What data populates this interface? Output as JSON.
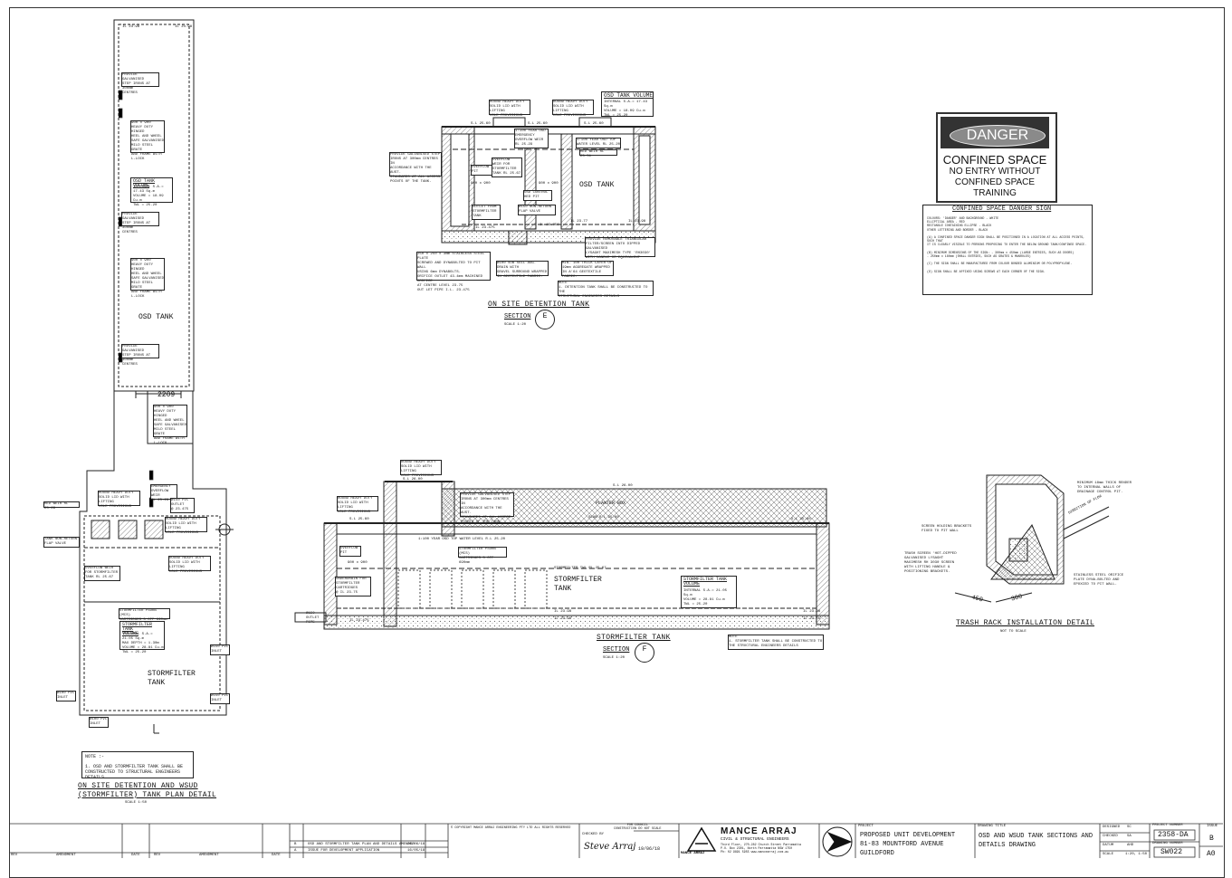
{
  "plan": {
    "width_dim": "2209",
    "osd_label": "OSD TANK",
    "stormfilter_label": "STORMFILTER\nTANK",
    "notes": {
      "step_irons_1": "PROVIDE GALVANISED\nSTEP IRONS AT 300mm\nCENTRES",
      "grate_1": "900 x 900\nHEAVY DUTY HINGED\nHEEL AND WHEEL\nSAFE GALVANISED\nMILD STEEL GRATE\nAND FRAME WITH\nL-LOCK",
      "osd_volume_title": "OSD TANK VOLUME",
      "osd_volume_body": "INTERNAL S.A.= 17.43 Sq.m\nVOLUME = 18.09 Cu.m\nTWL = 25.20",
      "step_irons_2": "PROVIDE GALVANISED\nSTEP IRONS AT 300mm\nCENTRES",
      "grate_2": "900 x 900\nHEAVY DUTY HINGED\nHEEL AND WHEEL\nSAFE GALVANISED\nMILD STEEL GRATE\nAND FRAME WITH\nL-LOCK",
      "step_irons_3": "PROVIDE GALVANISED\nSTEP IRONS AT 300mm\nCENTRES",
      "grate_3": "900 x 900\nHEAVY DUTY HINGED\nHEEL AND WHEEL\nSAFE GALVANISED\nMILD STEEL GRATE\nAND FRAME WITH\nL-LOCK",
      "hed_weir": "HED WEIR RL 25.29",
      "flap_valve": "TANK NON-RETURN\nFLAP VALVE",
      "overflow_weir": "OVERFLOW WEIR\nFOR STORMFILTER\nTANK RL 25.67",
      "emergency_weir": "EMERGENCY\nOVERFLOW WEIR\nRL 25.29",
      "pvc_outlet": "Ø150 PVC\nOUTLET\n@ 23.475",
      "heavy_lid_1": "ROUND HEAVY DUTY\nSOLID LID WITH LIFTING\nHOLE PROVISIONS",
      "heavy_lid_2": "ROUND HEAVY DUTY\nSOLID LID WITH LIFTING\nHOLE PROVISIONS",
      "heavy_lid_3": "ROUND HEAVY DUTY\nSOLID LID WITH LIFTING\nHOLE PROVISIONS",
      "stormfilter_volume_title": "STORMFILTER TANK\nVOLUME",
      "stormfilter_volume_body": "INTERNAL S.A.= 21.05 Sq.m\nMAX DEPTH = 1.30m\nVOLUME = 28.81 Cu.m\nTWL = 25.20",
      "stormfilter_pipes": "STORMFILTER PSORB (MCS)\nCARTRIDGES 5 OFF 690mm",
      "inlet_1": "Ø150 PVC\nINLET",
      "inlet_2": "Ø150 PVC\nINLET",
      "inlet_3": "Ø100 PVC\nINLET",
      "inlet_4": "Ø100 PVC\nINLET"
    },
    "note_title": "NOTE :-",
    "note_body": "1. OSD AND STORMFILTER TANK SHALL BE\n   CONSTRUCTED TO STRUCTURAL ENGINEERS DETAILS.",
    "title": "ON SITE DETENTION AND WSUD\n(STORMFILTER) TANK PLAN DETAIL",
    "scale": "SCALE 1:50"
  },
  "section_e": {
    "volume_title": "OSD TANK VOLUME",
    "volume_body": "INTERNAL S.A.= 17.43 Sq.m\nVOLUME = 18.09 Cu.m\nTWL = 25.20",
    "heavy_lid_a": "ROUND HEAVY DUTY\nSOLID LID WITH LIFTING\nHOLE PROVISIONS",
    "heavy_lid_b": "ROUND HEAVY DUTY\nSOLID LID WITH LIFTING\nHOLE PROVISIONS",
    "sl1": "S.L 25.60",
    "sl2": "S.L 25.60",
    "sl3": "S.L 25.60",
    "overflow_100yr": "1:100 YEAR OSD\nEMERGENCY\nOVERFLOW WEIR\nRL 25.29",
    "top_water": "1:100 YEAR OSD TOP\nWATER LEVEL RL 25.20",
    "hed_weir": "HED WEIR RL 25.51",
    "step_irons": "PROVIDE GALVANISED STEP\nIRONS AT 300mm CENTRES IN\nACCORDANCE WITH THE AUST.\nSTANDARDS AT ALL ACCESS\nPOINTS OF THE TANK.",
    "overflow_pit": "OVERFLOW\nPIT",
    "overflow_weir": "OVERFLOW\nWEIR FOR\nSTORMFILTER\nTANK RL 25.67",
    "osd_tank": "OSD TANK",
    "dim_900": "900 x 900",
    "dim_900b": "900 x 900",
    "osd_control": "OSD CONTROL\nHED PIT",
    "outlet_from": "OUTLET FROM\nSTORMFILTER\nTANK",
    "non_return": "Ø150 NON-RETURN\nFLAP VALVE",
    "orifice": "250 x 250 x 3mm STAINLESS STEEL PLATE\nSCREWED AND DYNABOLTED TO PIT WALL\nUSING 6mm DYNABOLTS.\nORIFICE OUTLET 43.4mm MACHINED ORIFICE\nAT CENTRE LEVEL 23.75\nOUT LET PIPE I.L. 23.475",
    "subsoil": "Ø100 SUB SOIL AGG. DRAIN WITH\nGRAVEL SURROUND WRAPPED\nIN GEOTEXTILE FABRIC.",
    "screen": "PROVIDE REMOVABLE TRIANGULAR\nFILTER/SCREEN INTO DIPPED GALVANISED\nLYSAGHT MAXIMESH TYPE 'RH3030'\nWITH HANDLE OR EQUIVALENT",
    "agg_layer": "MIN. 100 THICK LAYER OF\n19mm AGGREGATE WRAPPED\nIN A'64 GEOTEXTILE FABRIC.",
    "note": "NOTE\n1. DETENTION TANK SHALL BE CONSTRUCTED TO THE\nSTRUCTURAL ENGINEERS DETAILS",
    "il1": "IL 23.475",
    "il2": "IL 23.77",
    "il3": "IL 23.750",
    "il4": "IL 23.98",
    "title": "ON SITE DETENTION TANK",
    "section_word": "SECTION",
    "section_letter": "E",
    "scale": "SCALE 1:20"
  },
  "danger_sign": {
    "header": "DANGER",
    "line1": "CONFINED SPACE",
    "line2": "NO ENTRY WITHOUT",
    "line3": "CONFINED SPACE",
    "line4": "TRAINING",
    "spec_title": "CONFINED SPACE DANGER SIGN",
    "spec_body": "COLOURS:  'DANGER' AND BACKGROUND      - WHITE\n          ELLIPTICAL AREA               - RED\n          RECTANGLE CONTAINING ELLIPSE  - BLACK\n          OTHER LETTERING AND BORDER    - BLACK\n\n(A)  A CONFINED SPACE DANGER SIGN SHALL BE POSITIONED IN A LOCATION AT ALL ACCESS POINTS, SUCH THAT\n     IT IS CLEARLY VISIBLE TO PERSONS PROPOSING TO ENTER THE BELOW GROUND TANK/CONFINED SPACE.\n\n(B)  MINIMUM DIMENSIONS OF THE SIGN: - 300mm x 450mm (LARGE ENTRIES, SUCH AS DOORS)\n                                     - 250mm x 180mm (SMALL ENTRIES, SUCH AS GRATES & MANHOLES)\n\n(C)  THE SIGN SHALL BE MANUFACTURED FROM COLOUR BONDED ALUMINIUM OR POLYPROPYLENE.\n\n(D)  SIGN SHALL BE AFFIXED USING SCREWS AT EACH CORNER OF THE SIGN."
  },
  "section_f": {
    "heavy_lid_a": "ROUND HEAVY DUTY\nSOLID LID WITH LIFTING\nHOLE PROVISIONS",
    "heavy_lid_b": "ROUND HEAVY DUTY\nSOLID LID WITH LIFTING\nHOLE PROVISIONS",
    "sl1": "S.L 26.00",
    "sl2": "S.L 25.60",
    "sl3": "S.L 25.60",
    "planter": "PLANTER BOX",
    "slab": "SLAB R.L 25.60",
    "step_irons": "PROVIDE GALVANISED STEP\nIRONS AT 300mm CENTRES IN\nACCORDANCE WITH THE AUST.\nSTANDARDS AT ALL ACCESS\nPOINTS OF THE TANK.",
    "top_water": "1:100 YEAR OSD TOP WATER LEVEL R.L 25.20",
    "overflow_pit": "OVERFLOW\nPIT",
    "cartridges": "STORMFILTER PSORB (MCS)\nCARTRIDGES 5 OFF 690mm",
    "twl": "STORMFILTER TWL RL 25.67",
    "dim_900": "900 x 900",
    "underdrain": "UNDERDRAIN FOR\nSTORMFILTER\nCARTRIDGES\n@ IL 23.75",
    "tank_label": "STORMFILTER\nTANK",
    "vol_title": "STORMFILTER TANK\nVOLUME",
    "vol_body": "INTERNAL S.A.= 21.05 Sq.m\nVOLUME = 28.81 Cu.m\nTWL = 25.20",
    "outlet": "Ø150\nOUTLET\nPIPE",
    "il1": "IL 23.475",
    "il2": "IL 23.98",
    "il3": "IL 23.98",
    "il4": "IL 23.98",
    "il5": "IL 23.75",
    "note": "NOTE\n1. STORMFILTER TANK SHALL BE CONSTRUCTED TO\nTHE STRUCTURAL ENGINEERS DETAILS",
    "title": "STORMFILTER TANK",
    "section_word": "SECTION",
    "section_letter": "F",
    "scale": "SCALE 1:20"
  },
  "trash_rack": {
    "mesh": "MINIMUM 18mm THICK RENDER\nTO INTERNAL WALLS OF\nDRAINAGE CONTROL PIT.",
    "brackets": "SCREEN HOLDING BRACKETS\nFIXED TO PIT WALL",
    "screen": "TRASH SCREEN 'HOT-DIPPED\nGALVANISED LYSAGHT\nMAXIMESH RH 3030 SCREEN\nWITH LIFTING HANDLE &\nPOSITIONING BRACKETS.",
    "orifice": "STAINLESS STEEL ORIFICE\nPLATE DYNA-BOLTED AND\nEPOXIED TO PIT WALL.",
    "flow": "DIRECTION OF FLOW",
    "dim1": "450",
    "dim2": "300",
    "title": "TRASH RACK INSTALLATION DETAIL",
    "scale": "NOT TO SCALE"
  },
  "title_block": {
    "rev_a": "OSD AND STORMFILTER TANK PLAN AND DETAILS AMENDED",
    "rev_b": "ISSUE FOR DEVELOPMENT APPLICATION",
    "date_a": "26/06/18",
    "date_b": "16/05/18",
    "copyright": "© COPYRIGHT MANCE ARRAJ ENGINEERING PTY LTD ALL RIGHTS RESERVED",
    "engineer_label": "CHECKED BY",
    "signature": "Steve Arraj",
    "sign_date": "19/06/18",
    "status": "FOR COUNCIL\nCONSTRUCTION DO NOT SCALE",
    "company": "MANCE  ARRAJ",
    "company_sub": "CIVIL & STRUCTURAL ENGINEERS",
    "company_addr": "Third Floor, 270-282 Church Street Parramatta\nP.O. Box 2301, North Parramatta NSW 1750\nPh: 02 9891 5955   www.mancearraj.com.au",
    "logo_text": "MANCE ARRAJ",
    "project_label": "PROJECT",
    "project_1": "PROPOSED UNIT DEVELOPMENT",
    "project_2": "81-83 MOUNTFORD AVENUE",
    "project_3": "GUILDFORD",
    "drawing_title_label": "DRAWING TITLE",
    "drawing_title_1": "OSD AND WSUD TANK SECTIONS AND",
    "drawing_title_2": "DETAILS DRAWING",
    "designed_label": "DESIGNED",
    "designed": "SC",
    "checked_label": "CHECKED",
    "checked": "SA",
    "datum_label": "DATUM",
    "datum": "AHD",
    "scale_label": "SCALE",
    "scale": "1:20, 1:50",
    "project_no_label": "PROJECT NUMBER",
    "project_no": "2358-DA",
    "drawing_no_label": "DRAWING NUMBER",
    "drawing_no": "SW022",
    "issue_label": "ISSUE",
    "issue": "B",
    "size": "A0",
    "col_rev": "REV",
    "col_amend": "AMENDMENT",
    "col_date": "DATE"
  }
}
